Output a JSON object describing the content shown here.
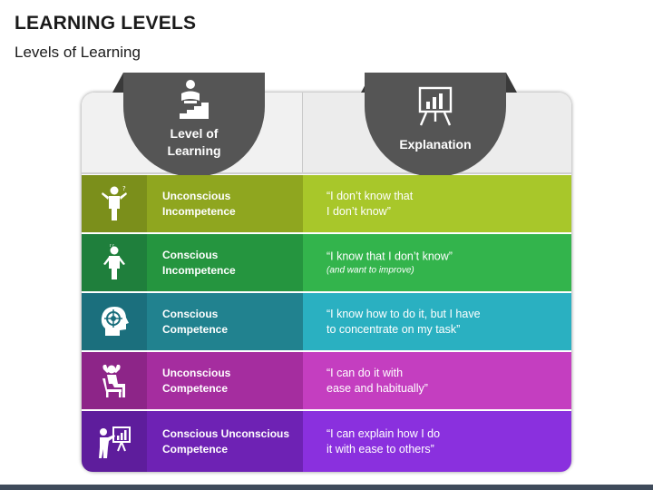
{
  "title": "LEARNING LEVELS",
  "subtitle": "Levels of Learning",
  "header": {
    "level_label": "Level of\nLearning",
    "explanation_label": "Explanation",
    "level_icon": "person-reading-on-stairs-icon",
    "explanation_icon": "presentation-board-chart-icon"
  },
  "rows": [
    {
      "level": "Unconscious\nIncompetence",
      "explanation": "“I don’t know that\nI don’t know”",
      "note": "",
      "icon": "person-shrugging-icon",
      "colors": {
        "icon": "#7b8f1b",
        "level": "#8fa61f",
        "exp": "#a8c72a"
      }
    },
    {
      "level": "Conscious\nIncompetence",
      "explanation": "“I know that I don’t know”",
      "note": "(and want to improve)",
      "icon": "person-confused-icon",
      "colors": {
        "icon": "#1f7f3c",
        "level": "#25953f",
        "exp": "#33b44c"
      }
    },
    {
      "level": "Conscious\nCompetence",
      "explanation": "“I know how to do it, but I have\nto concentrate on my task”",
      "note": "",
      "icon": "head-target-icon",
      "colors": {
        "icon": "#1b6f7d",
        "level": "#21828f",
        "exp": "#2ab0c1"
      }
    },
    {
      "level": "Unconscious\nCompetence",
      "explanation": "“I can do it with\nease and habitually”",
      "note": "",
      "icon": "person-relaxing-chair-icon",
      "colors": {
        "icon": "#8d2588",
        "level": "#a52d9f",
        "exp": "#c43ec0"
      }
    },
    {
      "level": "Conscious Unconscious\nCompetence",
      "explanation": "“I can explain how I do\nit with ease to others”",
      "note": "",
      "icon": "person-presenting-icon",
      "colors": {
        "icon": "#5e1d9c",
        "level": "#6e22b4",
        "exp": "#8a30de"
      }
    }
  ]
}
